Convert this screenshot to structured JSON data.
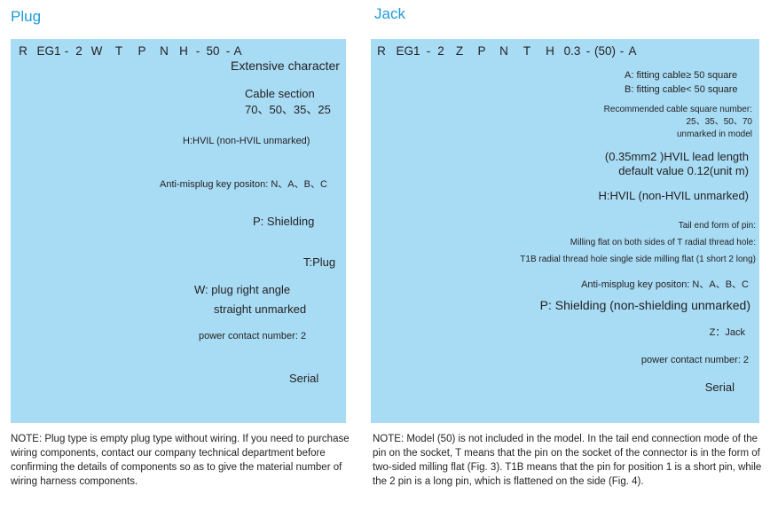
{
  "plug": {
    "title": "Plug",
    "code": [
      "R",
      "EG1",
      "-",
      "2",
      "W",
      "T",
      "P",
      "N",
      "H",
      "-",
      "50",
      "-",
      "A"
    ],
    "labels": {
      "extensive": "Extensive character",
      "cable_section": "Cable section",
      "cable_values": "70、50、35、25",
      "hvil": "H:HVIL (non-HVIL unmarked)",
      "key": "Anti-misplug key positon: N、A、B、C",
      "shielding": "P: Shielding",
      "plug": "T:Plug",
      "angle1": "W: plug right angle",
      "angle2": "straight unmarked",
      "power": "power contact number: 2",
      "serial": "Serial"
    },
    "note": "NOTE: Plug type is empty plug type without wiring.  If you need to purchase wiring components, contact our company technical department before confirming the details of components so as to give the material number of wiring harness components."
  },
  "jack": {
    "title": "Jack",
    "code": [
      "R",
      "EG1",
      "-",
      "2",
      "Z",
      "P",
      "N",
      "T",
      "H",
      "0.3",
      "-",
      "(50)",
      "-",
      "A"
    ],
    "labels": {
      "fit_a": "A: fitting cable≥ 50 square",
      "fit_b": "B: fitting cable< 50 square",
      "rec1": "Recommended cable square number:",
      "rec2": "25、35、50、70",
      "rec3": "unmarked in model",
      "lead1": "(0.35mm2 )HVIL lead length",
      "lead2": "default value 0.12(unit m)",
      "hvil": "H:HVIL (non-HVIL unmarked)",
      "tail1": "Tail end form of pin:",
      "tail2": "Milling flat on both sides of T radial thread hole:",
      "tail3": "T1B radial thread hole single side milling flat (1 short 2 long)",
      "key": "Anti-misplug key positon: N、A、B、C",
      "shielding": "P: Shielding (non-shielding unmarked)",
      "jack": "Z：Jack",
      "power": "power contact number: 2",
      "serial": "Serial"
    },
    "note": "NOTE: Model (50) is not included in the model.  In the tail end connection mode of the pin on the socket, T means that the pin on the socket of the connector is in the form of two-sided milling flat (Fig. 3). T1B means that the pin for position 1 is a short pin, while the 2 pin is a long pin, which is flattened on the side (Fig. 4)."
  }
}
